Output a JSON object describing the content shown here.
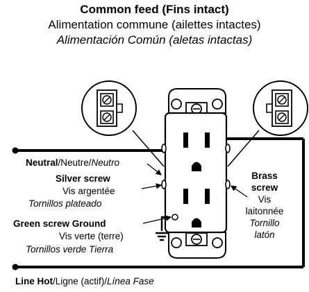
{
  "title": {
    "line1": "Common feed (Fins intact)",
    "line2": "Alimentation commune (ailettes intactes)",
    "line3": "Alimentación Común (aletas intactas)"
  },
  "labels": {
    "neutral_en": "Neutral",
    "neutral_sep1": "/Neutre/",
    "neutral_es": "Neutro",
    "silver_en": "Silver screw",
    "silver_fr": "Vis argentée",
    "silver_es": "Tornillos plateado",
    "green_en": "Green screw Ground",
    "green_fr": "Vis verte (terre)",
    "green_es": "Tornillos verde Tierra",
    "brass_en_1": "Brass",
    "brass_en_2": "screw",
    "brass_fr_1": "Vis",
    "brass_fr_2": "laitonnée",
    "brass_es_1": "Tornillo",
    "brass_es_2": "latón",
    "line_en": "Line Hot",
    "line_sep1": "/Ligne (actif)/",
    "line_es": "Línea Fase"
  }
}
